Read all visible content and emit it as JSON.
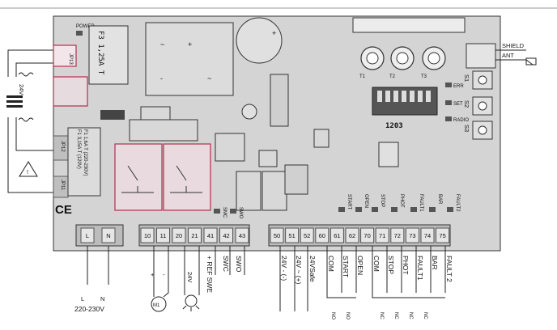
{
  "antenna": {
    "shield": "SHIELD",
    "ant": "ANT"
  },
  "fuses": {
    "f3": "F3 1,25A T",
    "f1_line1": "F1 1,6A T (220-230V)",
    "f1_line2": "F1 3,15A T (120V)"
  },
  "jumpers": {
    "jp13": "JP13",
    "jp12": "JP12",
    "jp11": "JP11",
    "power": "POWER"
  },
  "transformer_label": "24V~",
  "trimmers": [
    "T1",
    "T2",
    "T3"
  ],
  "leds": {
    "err": "ERR",
    "set": "SET",
    "radio": "RADIO",
    "smc": "SMC",
    "swo": "SWO"
  },
  "buttons": [
    "S1",
    "S2",
    "S3"
  ],
  "dip_label": "1203",
  "input_leds": [
    "START",
    "OPEN",
    "STOP",
    "PHOT",
    "FAULT1",
    "BAR",
    "FAULT2"
  ],
  "terminals_power": [
    "L",
    "N"
  ],
  "terminals_motor": [
    "10",
    "11",
    "20",
    "21",
    "41",
    "42",
    "43"
  ],
  "terminals_io": [
    "50",
    "51",
    "52",
    "60",
    "61",
    "62",
    "70",
    "71",
    "72",
    "73",
    "74",
    "75"
  ],
  "bottom_labels": {
    "mains": "220-230V",
    "motor_symbol": "M1",
    "lamp_voltage": "24V",
    "ref_swe": "+ REF SWE",
    "swc": "SWC",
    "swo": "SWO",
    "v24_minus": "24V - (-)",
    "v24_plus": "24V ~ (+)",
    "v24_safe": "24VSafe",
    "com1": "COM",
    "start": "START",
    "open": "OPEN",
    "com2": "COM",
    "stop": "STOP",
    "phot": "PHOT",
    "fault1": "FAULT1",
    "bar": "BAR",
    "fault2": "FAULT 2",
    "no": "NO",
    "nc": "NC",
    "plus": "+",
    "minus": "-"
  }
}
